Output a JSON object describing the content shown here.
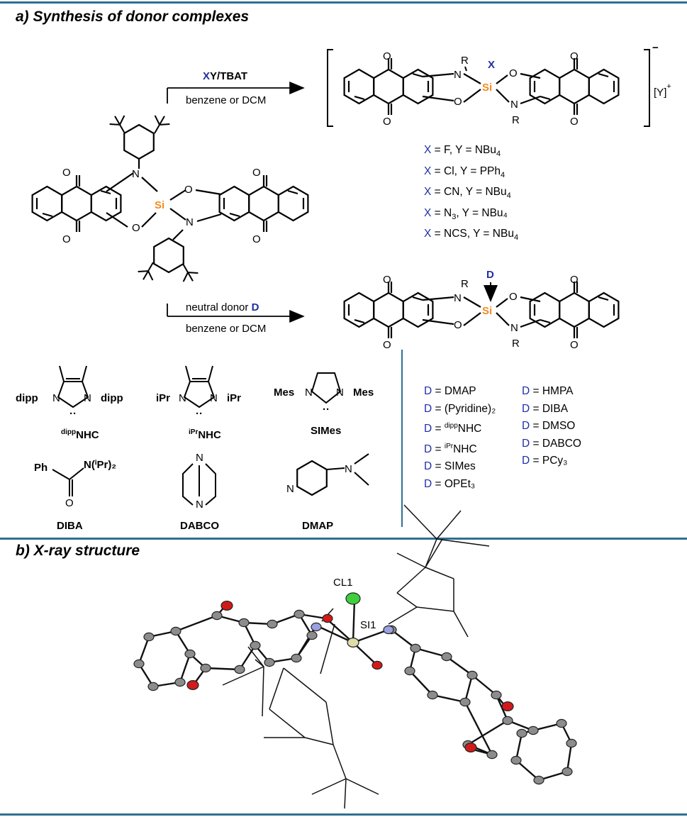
{
  "section_a": {
    "title": "a) Synthesis of donor complexes"
  },
  "section_b": {
    "title": "b) X-ray structure"
  },
  "atoms": {
    "si": "Si",
    "o": "O",
    "n": "N",
    "r": "R",
    "x": "X",
    "d": "D"
  },
  "reaction1": {
    "reagent_x": "X",
    "reagent_rest": "Y/TBAT",
    "solvent": "benzene or DCM",
    "charge": "−",
    "counter_ion": "Y",
    "counter_charge": "+"
  },
  "reaction2": {
    "reagent_text": "neutral donor",
    "reagent_d": "D",
    "solvent": "benzene or DCM"
  },
  "x_list": [
    {
      "sym": "X",
      "text": " = F, Y = NBu",
      "sub": "4",
      "tail": ""
    },
    {
      "sym": "X",
      "text": " = Cl, Y = PPh",
      "sub": "4",
      "tail": ""
    },
    {
      "sym": "X",
      "text": " = CN, Y = NBu",
      "sub": "4",
      "tail": ""
    },
    {
      "sym": "X",
      "text": " = N",
      "sub": "3",
      "tail": ", Y = NBu₄"
    },
    {
      "sym": "X",
      "text": " = NCS, Y = NBu",
      "sub": "4",
      "tail": ""
    }
  ],
  "d_list_left": [
    {
      "sym": "D",
      "text": " = DMAP"
    },
    {
      "sym": "D",
      "text": " = (Pyridine)₂"
    },
    {
      "sym": "D",
      "text": " = ",
      "sup": "dipp",
      "after": "NHC"
    },
    {
      "sym": "D",
      "text": " = ",
      "sup": "iPr",
      "after": "NHC"
    },
    {
      "sym": "D",
      "text": " = SIMes"
    },
    {
      "sym": "D",
      "text": " = OPEt₃"
    }
  ],
  "d_list_right": [
    {
      "sym": "D",
      "text": " = HMPA"
    },
    {
      "sym": "D",
      "text": " = DIBA"
    },
    {
      "sym": "D",
      "text": " = DMSO"
    },
    {
      "sym": "D",
      "text": " = DABCO"
    },
    {
      "sym": "D",
      "text": " = PCy₃"
    }
  ],
  "donors": {
    "dipp_nhc": {
      "sub": "dipp",
      "name": "NHC",
      "sub_left": "dipp",
      "sub_right": "dipp"
    },
    "ipr_nhc": {
      "sup": "iPr",
      "name": "NHC",
      "sub_left": "iPr",
      "sub_right": "iPr"
    },
    "simes": {
      "name": "SIMes",
      "sub_left": "Mes",
      "sub_right": "Mes"
    },
    "diba": {
      "name": "DIBA",
      "ph": "Ph",
      "amide": "N(ⁱPr)₂"
    },
    "dabco": {
      "name": "DABCO"
    },
    "dmap": {
      "name": "DMAP"
    }
  },
  "xray": {
    "cl_label": "CL1",
    "si_label": "SI1"
  },
  "colors": {
    "rule": "#2e6f92",
    "x_blue": "#1f2fa6",
    "si_orange": "#f28a1e",
    "o_red": "#d21a1a",
    "n_blue": "#9aa0e0",
    "cl_green": "#3ecf3e",
    "c_grey": "#8c8c8c"
  }
}
